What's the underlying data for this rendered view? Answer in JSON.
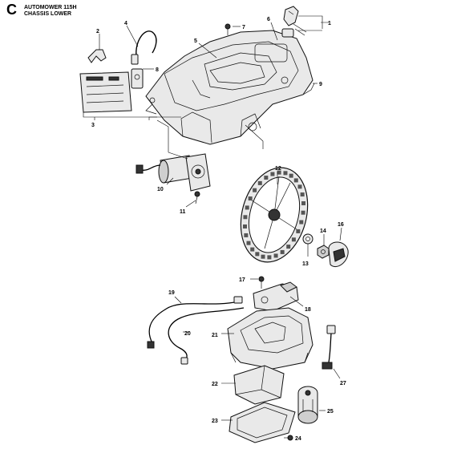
{
  "header": {
    "section_letter": "C",
    "model": "AUTOMOWER 115H",
    "section_title": "CHASSIS LOWER"
  },
  "callouts": [
    "1",
    "2",
    "3",
    "4",
    "5",
    "6",
    "7",
    "8",
    "9",
    "10",
    "11",
    "12",
    "13",
    "14",
    "16",
    "17",
    "18",
    "19",
    "20",
    "21",
    "22",
    "23",
    "24",
    "25",
    "27"
  ]
}
